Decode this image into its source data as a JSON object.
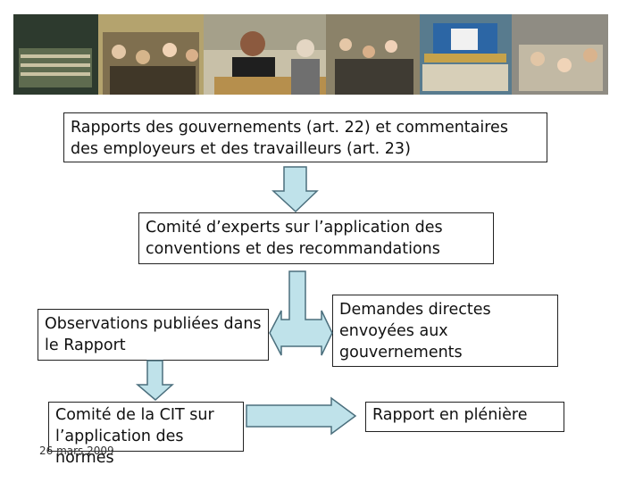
{
  "slide": {
    "banner_image": "ILO conference photos collage",
    "boxes": {
      "reports": "Rapports des gouvernements (art. 22) et commentaires\ndes employeurs et des travailleurs (art. 23)",
      "experts": "Comité d’experts sur l’application des\nconventions et des recommandations",
      "observations": "Observations publiées dans\nle Rapport",
      "requests": "Demandes directes\nenvoyées aux\ngouvernements",
      "committee": "Comité de la CIT sur\nl’application des normes",
      "plenary": "Rapport en plénière"
    },
    "date": "26 mars 2009",
    "colors": {
      "arrow_fill": "#bfe2ea",
      "arrow_stroke": "#4b6f7d",
      "box_border": "#222222"
    },
    "icons": {
      "arrow_down": "down-arrow-icon",
      "arrow_right": "right-arrow-icon",
      "arrow_double": "double-arrow-icon"
    }
  }
}
